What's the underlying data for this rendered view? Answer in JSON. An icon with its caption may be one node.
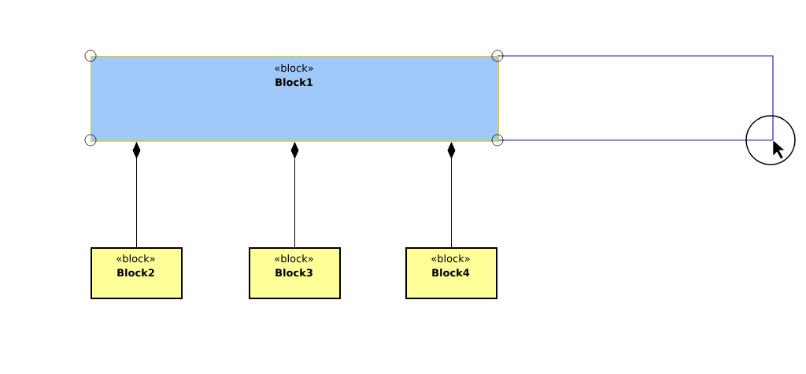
{
  "diagram": {
    "nodes": [
      {
        "text": [
          "«block»",
          "Block1"
        ]
      },
      {
        "text": [
          "«block»",
          "Block2"
        ]
      },
      {
        "text": [
          "«block»",
          "Block3"
        ]
      },
      {
        "text": [
          "«block»",
          "Block4"
        ]
      }
    ],
    "edges": [
      {
        "from": 0,
        "to": 1,
        "arrow": "other"
      },
      {
        "from": 0,
        "to": 2,
        "arrow": "other"
      },
      {
        "from": 0,
        "to": 3,
        "arrow": "other"
      }
    ]
  }
}
